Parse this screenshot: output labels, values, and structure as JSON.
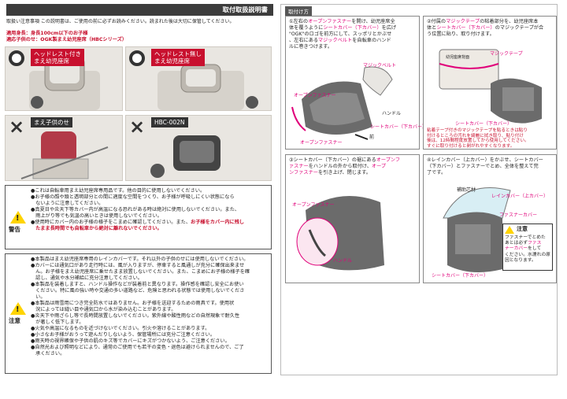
{
  "header": {
    "title": "まえ幼児座席用ソフト風防レインカバー　RCH-003",
    "subtitle": "取付取扱説明書"
  },
  "intro": "取扱い注意事項 この説明書は、ご使用の前に必ずお読みください。読まれた後は大切に保管してください。",
  "applicable": {
    "line1": "適用身長：身長100cm以下のお子様",
    "line2": "適応子供のせ：OGK製まえ幼児座席（HBCシリーズ）"
  },
  "panels": [
    {
      "label": "ヘッドレスト付き\nまえ幼児座席",
      "mark": "○"
    },
    {
      "label": "ヘッドレスト無し\nまえ幼児座席",
      "mark": "○"
    },
    {
      "label": "まえ子供のせ",
      "mark": "×"
    },
    {
      "label": "HBC-002N",
      "mark": "×"
    }
  ],
  "warning": {
    "label": "警告",
    "lines": [
      "●これは自転車用まえ幼児座席専用品です。他の目的に使用しないでください。",
      "●お子様の顔や頭と透明部分との間に適度な空間をつくり、お子様が呼吸しにくい状態になら\n　ないように注意してください。",
      "●真夏日や炎天下等カバー内が高温になる恐れがある時は絶対に使用しないでください。また、\n　雨上がり等でも気温の高いときは使用しないでください。"
    ],
    "line4a": "●使用時にカバー内のお子様の様子をこまめに確認してください。また、",
    "line4b": "お子様をカバー内に残し\n　たまま長時間でも自転車から絶対に離れないでください。"
  },
  "caution": {
    "label": "注意",
    "lines": [
      "●本製品はまえ幼児座席専用のレインカバーです。それ以外の子供のせには使用しないでください。",
      "●カバーには通気口があり走行時には、風が入りますが、停車すると風通しが充分に確保出来ませ\n　ん。お子様をまえ幼児座席に乗せたまま放置しないでください。また、こまめにお子様の様子を確\n　認し、通気や水分補給に充分注意してください。",
      "●本製品を装着しますと、ハンドル操作などが装着前と異なります。操作感を確認し安全にお使い\n　ください。特に風の強い時や交通の多い道路など、危険と思われる状態では使用しないでくださ\n　い。",
      "●本製品は雨雪用につき完全防水ではありません。お子様を送迎するための雨具です。使用状\n　況によっては縫い目や通気口から水が染み込むことがあります。",
      "●炎天下や雨ざらし等で長時間放置しないでください。紫外線や酸性雨などの自然現象で耐久性\n　が著しく低下します。",
      "●火気や高温になるものを近づけないでください。引火や溶けることがあります。",
      "●小さなお子様がおうって遊んだりしないよう、保管場所には充分ご注意ください。",
      "●雨天時の視界確保や子供の肌のキズ等でカバーにキズがつかないよう、ご注意ください。",
      "●自然光および照明などにより、通常のご使用でも若干の変色・退色は避けられませんので、ご了\n　承ください。"
    ]
  },
  "right": {
    "badge": "取付け方",
    "step1": {
      "a": "①左右の",
      "b": "オープンファスナー",
      "c": "を開け、幼児座席全\n体を覆うように",
      "d": "シートカバー（下カバー）",
      "e": "を広げ\n\"OGK\"のロゴを前方にして、スッポリとかぶせ\n、左右にある",
      "f": "マジックベルト",
      "g": "を自転車のハンド\nルに巻きつけます。"
    },
    "step1_labels": {
      "magic": "マジックベルト",
      "open": "オープンファスナー",
      "handle": "ハンドル",
      "seat": "シートカバー（下カバー）",
      "open2": "オープンファスナー",
      "front": "前"
    },
    "step2": {
      "a": "②付属の",
      "b": "マジックテープ",
      "c": "の粘着部分を、幼児座席本\n体と",
      "d": "シートカバー（下カバー）",
      "e": "のマジックテープが合\nう位置に貼り、取り付けます。"
    },
    "step2_labels": {
      "tape": "マジックテープ",
      "seat_body": "幼児座席背面",
      "seat": "シートカバー（下カバー）"
    },
    "step2_note": "粘着テープ付きのマジックテープを貼るときは貼り\n付けるところの汚れを綺麗に拭き取り、貼り付け\n後は、12時間程度放置してから使用してください。\nすぐに取り付けると剥がれやすくなります。",
    "step3": {
      "a": "③シートカバー（下カバー）の裾にある",
      "b": "オープンフ\nァスナー",
      "c": "をハンドルの外から取付け、",
      "d": "オープ\nンファスナー",
      "e": "を引き上げ、閉じます。"
    },
    "step3_labels": {
      "open": "オープンファスナー",
      "handle": "ハンドル"
    },
    "step4": {
      "text": "④レインカバー（上カバー）をかぶせ、シートカバー\n（下カバー）とファスナーでとめ、全体を整えて完\n了です。"
    },
    "step4_labels": {
      "rod": "補助芯材",
      "rain": "レインカバー（上カバー）",
      "fastener": "ファスナーカバー",
      "seat": "シートカバー（下カバー）"
    },
    "step4_caution": {
      "title": "注意",
      "a": "ファスナーでとめた\nあとは必ず",
      "b": "ファス\nナーカバー",
      "c": "をして\nください。水濡れの原\n因となります。"
    }
  },
  "colors": {
    "accent": "#e0007a",
    "warn": "#c8102e",
    "header": "#3c3c3c"
  }
}
